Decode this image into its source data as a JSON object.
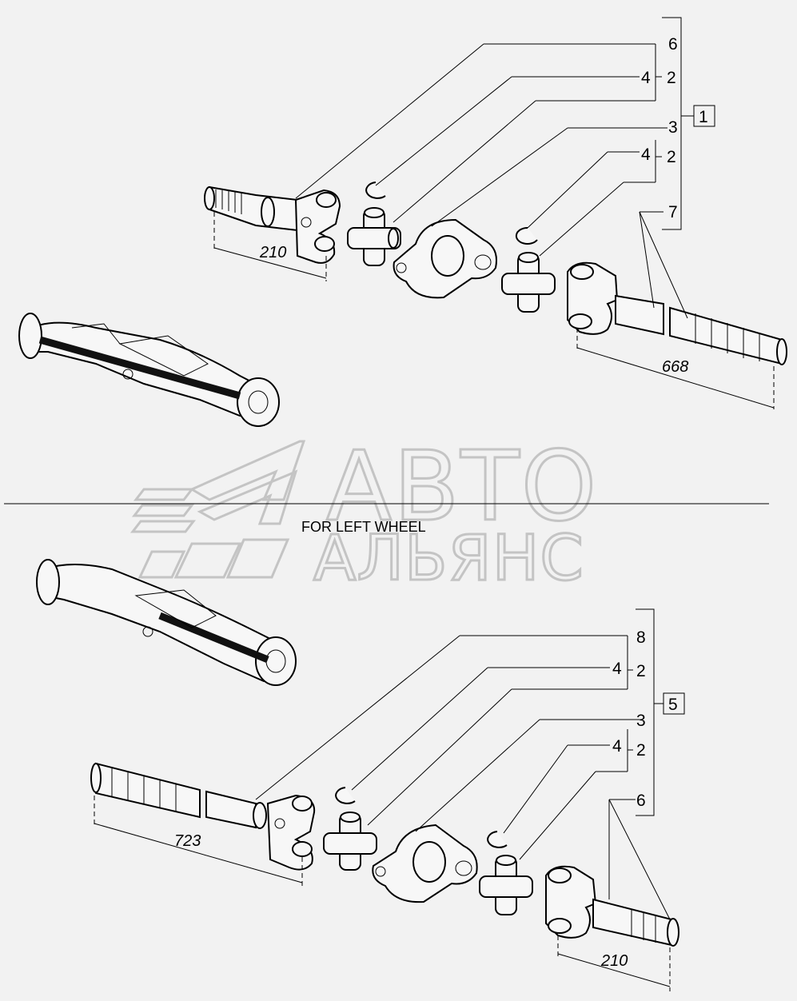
{
  "watermark": {
    "line1": "АВТО",
    "line2": "АЛЬЯНС"
  },
  "caption": "FOR LEFT WHEEL",
  "top_assembly": {
    "group_ref": "1",
    "labels": {
      "shaft_right": "6",
      "snap_left": "4",
      "ujoint_left_a": "2",
      "housing": "3",
      "snap_right": "4",
      "ujoint_right_a": "2",
      "shaft_left": "7"
    },
    "dims": {
      "left": "210",
      "right": "668"
    }
  },
  "bottom_assembly": {
    "group_ref": "5",
    "labels": {
      "shaft_left": "8",
      "snap_left": "4",
      "ujoint_left_a": "2",
      "housing": "3",
      "snap_right": "4",
      "ujoint_right_a": "2",
      "shaft_right": "6"
    },
    "dims": {
      "left": "723",
      "right": "210"
    }
  }
}
